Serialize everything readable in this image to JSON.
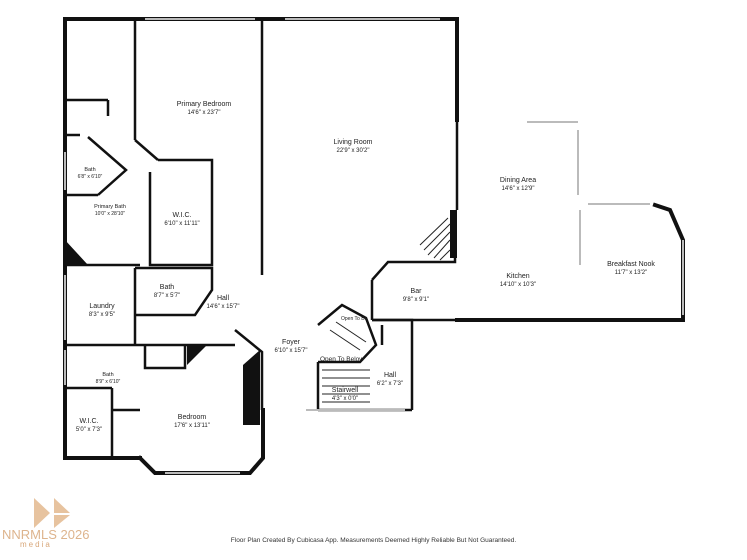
{
  "rooms": [
    {
      "id": "primary-bedroom",
      "name": "Primary Bedroom",
      "dims": "14'6\" x 23'7\""
    },
    {
      "id": "living-room",
      "name": "Living Room",
      "dims": "22'9\" x 30'2\""
    },
    {
      "id": "dining-area",
      "name": "Dining Area",
      "dims": "14'6\" x 12'9\""
    },
    {
      "id": "bath-1",
      "name": "Bath",
      "dims": "6'8\" x 6'10\""
    },
    {
      "id": "primary-bath",
      "name": "Primary Bath",
      "dims": "10'0\" x 28'10\""
    },
    {
      "id": "wic-1",
      "name": "W.I.C.",
      "dims": "6'10\" x 11'11\""
    },
    {
      "id": "breakfast-nook",
      "name": "Breakfast Nook",
      "dims": "11'7\" x 13'2\""
    },
    {
      "id": "kitchen",
      "name": "Kitchen",
      "dims": "14'10\" x 10'3\""
    },
    {
      "id": "bath-2",
      "name": "Bath",
      "dims": "8'7\" x 5'7\""
    },
    {
      "id": "bar",
      "name": "Bar",
      "dims": "9'8\" x 9'1\""
    },
    {
      "id": "laundry",
      "name": "Laundry",
      "dims": "8'3\" x 9'5\""
    },
    {
      "id": "hall-1",
      "name": "Hall",
      "dims": "14'6\" x 15'7\""
    },
    {
      "id": "foyer",
      "name": "Foyer",
      "dims": "6'10\" x 15'7\""
    },
    {
      "id": "hall-2",
      "name": "Hall",
      "dims": "6'2\" x 7'3\""
    },
    {
      "id": "bath-3",
      "name": "Bath",
      "dims": "8'9\" x 6'10\""
    },
    {
      "id": "stairwell",
      "name": "Stairwell",
      "dims": "4'3\" x 0'0\""
    },
    {
      "id": "wic-2",
      "name": "W.I.C.",
      "dims": "5'0\" x 7'3\""
    },
    {
      "id": "bedroom",
      "name": "Bedroom",
      "dims": "17'6\" x 13'11\""
    }
  ],
  "annotations": {
    "open_to_below_main": "Open To Below",
    "open_to_below_small": "Open To Be"
  },
  "footer": "Floor Plan Created By Cubicasa App. Measurements Deemed Highly Reliable But Not Guaranteed.",
  "watermark": "NNRMLS 2026",
  "logo_sub": "media",
  "colors": {
    "wall": "#111111",
    "window": "#c8c8c8",
    "accent": "#d8a77a"
  }
}
